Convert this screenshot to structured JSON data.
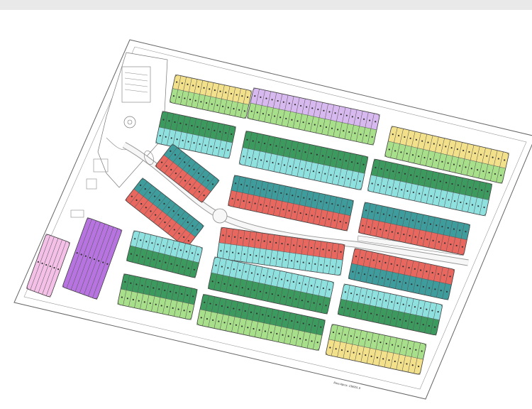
{
  "map": {
    "caption": "Área Aprox: 136951.0",
    "colors": {
      "yellow": "#f3e08a",
      "light_green": "#a8df8a",
      "dark_green": "#3c9a5f",
      "cyan": "#8fe1e0",
      "teal": "#3f9c9c",
      "red": "#e8675f",
      "pink": "#f4c0e7",
      "purple": "#b774e0",
      "lavender": "#d7b9ef",
      "road": "#f4f4f4",
      "outline": "#555555"
    },
    "blocks": [
      {
        "name": "block-north-1",
        "rows": [
          "yellow",
          "light_green"
        ]
      },
      {
        "name": "block-north-2",
        "rows": [
          "lavender",
          "light_green"
        ]
      },
      {
        "name": "block-north-3",
        "rows": [
          "yellow",
          "light_green"
        ]
      },
      {
        "name": "block-west-1",
        "rows": [
          "dark_green",
          "cyan"
        ]
      },
      {
        "name": "block-center-1",
        "rows": [
          "dark_green",
          "cyan"
        ]
      },
      {
        "name": "block-east-1",
        "rows": [
          "dark_green",
          "cyan"
        ]
      },
      {
        "name": "block-center-2",
        "rows": [
          "teal",
          "red"
        ]
      },
      {
        "name": "block-east-2",
        "rows": [
          "teal",
          "red"
        ]
      },
      {
        "name": "block-center-3",
        "rows": [
          "red",
          "cyan"
        ]
      },
      {
        "name": "block-east-3",
        "rows": [
          "red",
          "teal"
        ]
      },
      {
        "name": "block-south-1",
        "rows": [
          "cyan",
          "dark_green"
        ]
      },
      {
        "name": "block-south-2",
        "rows": [
          "cyan",
          "dark_green"
        ]
      },
      {
        "name": "block-south-3",
        "rows": [
          "dark_green",
          "light_green"
        ]
      },
      {
        "name": "block-south-4",
        "rows": [
          "light_green",
          "yellow"
        ]
      },
      {
        "name": "block-west-2",
        "rows": [
          "dark_green",
          "light_green"
        ]
      },
      {
        "name": "block-purple",
        "rows": [
          "purple"
        ]
      },
      {
        "name": "block-pink",
        "rows": [
          "pink"
        ]
      }
    ]
  }
}
